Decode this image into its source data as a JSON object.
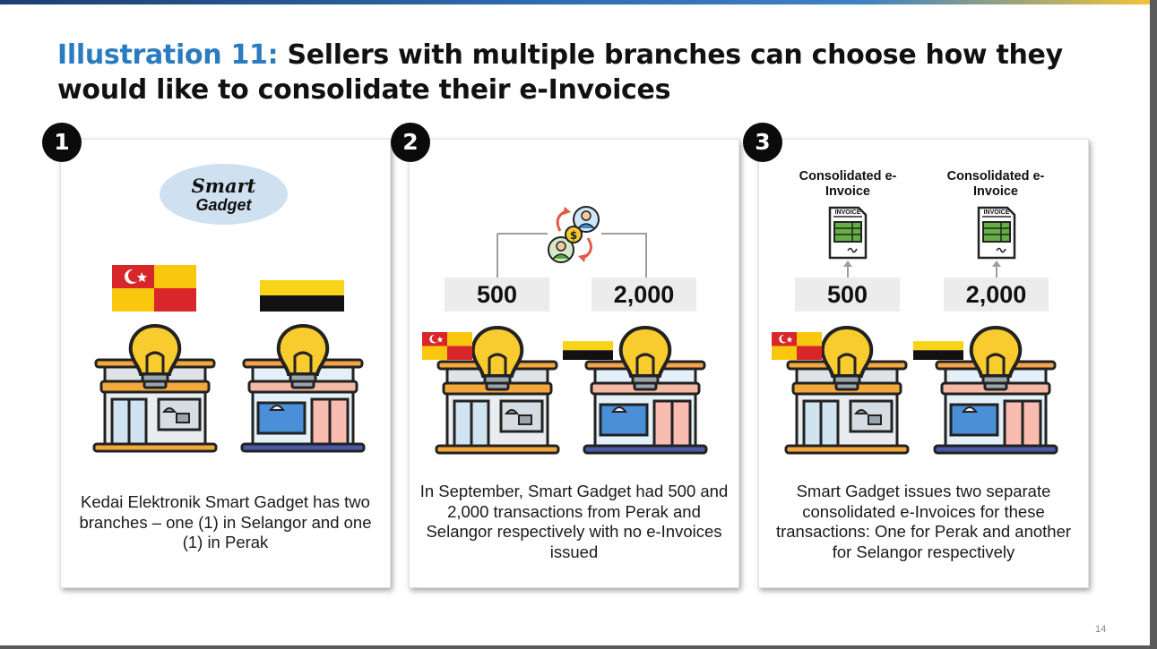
{
  "header": {
    "title_lead": "Illustration 11:",
    "title_rest": " Sellers with multiple branches can choose how they would like to consolidate their e-Invoices"
  },
  "panels": [
    {
      "badge": "1",
      "logo": {
        "line1": "Smart",
        "line2": "Gadget"
      },
      "description": "Kedai Elektronik Smart Gadget has two branches – one (1) in Selangor and one (1) in Perak"
    },
    {
      "badge": "2",
      "counts": [
        "500",
        "2,000"
      ],
      "description": "In September, Smart Gadget had 500 and 2,000 transactions from Perak and Selangor respectively with no e-Invoices issued"
    },
    {
      "badge": "3",
      "invoice_labels": [
        "Consolidated e-Invoice",
        "Consolidated e-Invoice"
      ],
      "invoice_doc_text": "INVOICE",
      "counts": [
        "500",
        "2,000"
      ],
      "description": "Smart Gadget issues two separate consolidated e-Invoices for these transactions: One for Perak and another for Selangor respectively"
    }
  ],
  "footer": {
    "page_number": "14"
  },
  "colors": {
    "accent": "#2a7bbf",
    "selangor_red": "#d8262b",
    "selangor_yellow": "#f9c80e",
    "perak_yellow": "#f7d417",
    "perak_black": "#111111",
    "invoice_green": "#62b043"
  },
  "icons": [
    "store-icon",
    "lightbulb-icon",
    "selangor-flag-icon",
    "perak-flag-icon",
    "transaction-exchange-icon",
    "invoice-document-icon",
    "arrow-up-icon"
  ]
}
